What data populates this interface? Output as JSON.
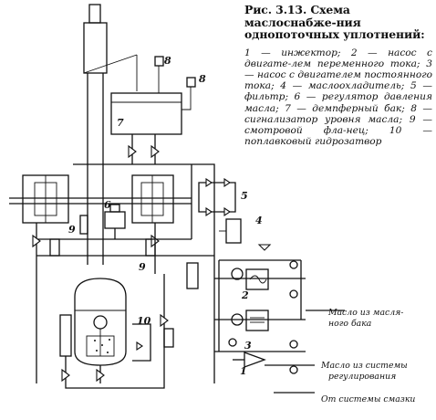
{
  "figure": {
    "title": "Рис. 3.13. Схема маслоснабже-ния однопоточных уплотнений:",
    "legend": "1 — инжектор; 2 — насос с двигате-лем переменного тока; 3 — насос с двигателем постоянного тока; 4 — маслоохладитель; 5 — фильтр; 6 — регулятор давления масла; 7 — демпферный бак; 8 — сигнализатор уровня масла; 9 — смотровой флa-нец; 10 — поплавковый гидрозатвор"
  },
  "labels": {
    "n1": "1",
    "n2": "2",
    "n3": "3",
    "n4": "4",
    "n5": "5",
    "n6": "6",
    "n7": "7",
    "n8a": "8",
    "n8b": "8",
    "n9a": "9",
    "n9b": "9",
    "n10": "10"
  },
  "side_labels": {
    "oil_main_tank_line1": "Масло из масля-",
    "oil_main_tank_line2": "ного бака",
    "oil_regulation": "Масло из системы",
    "oil_regulation_line2": "регулирования",
    "from_lubrication": "От системы смазки"
  }
}
